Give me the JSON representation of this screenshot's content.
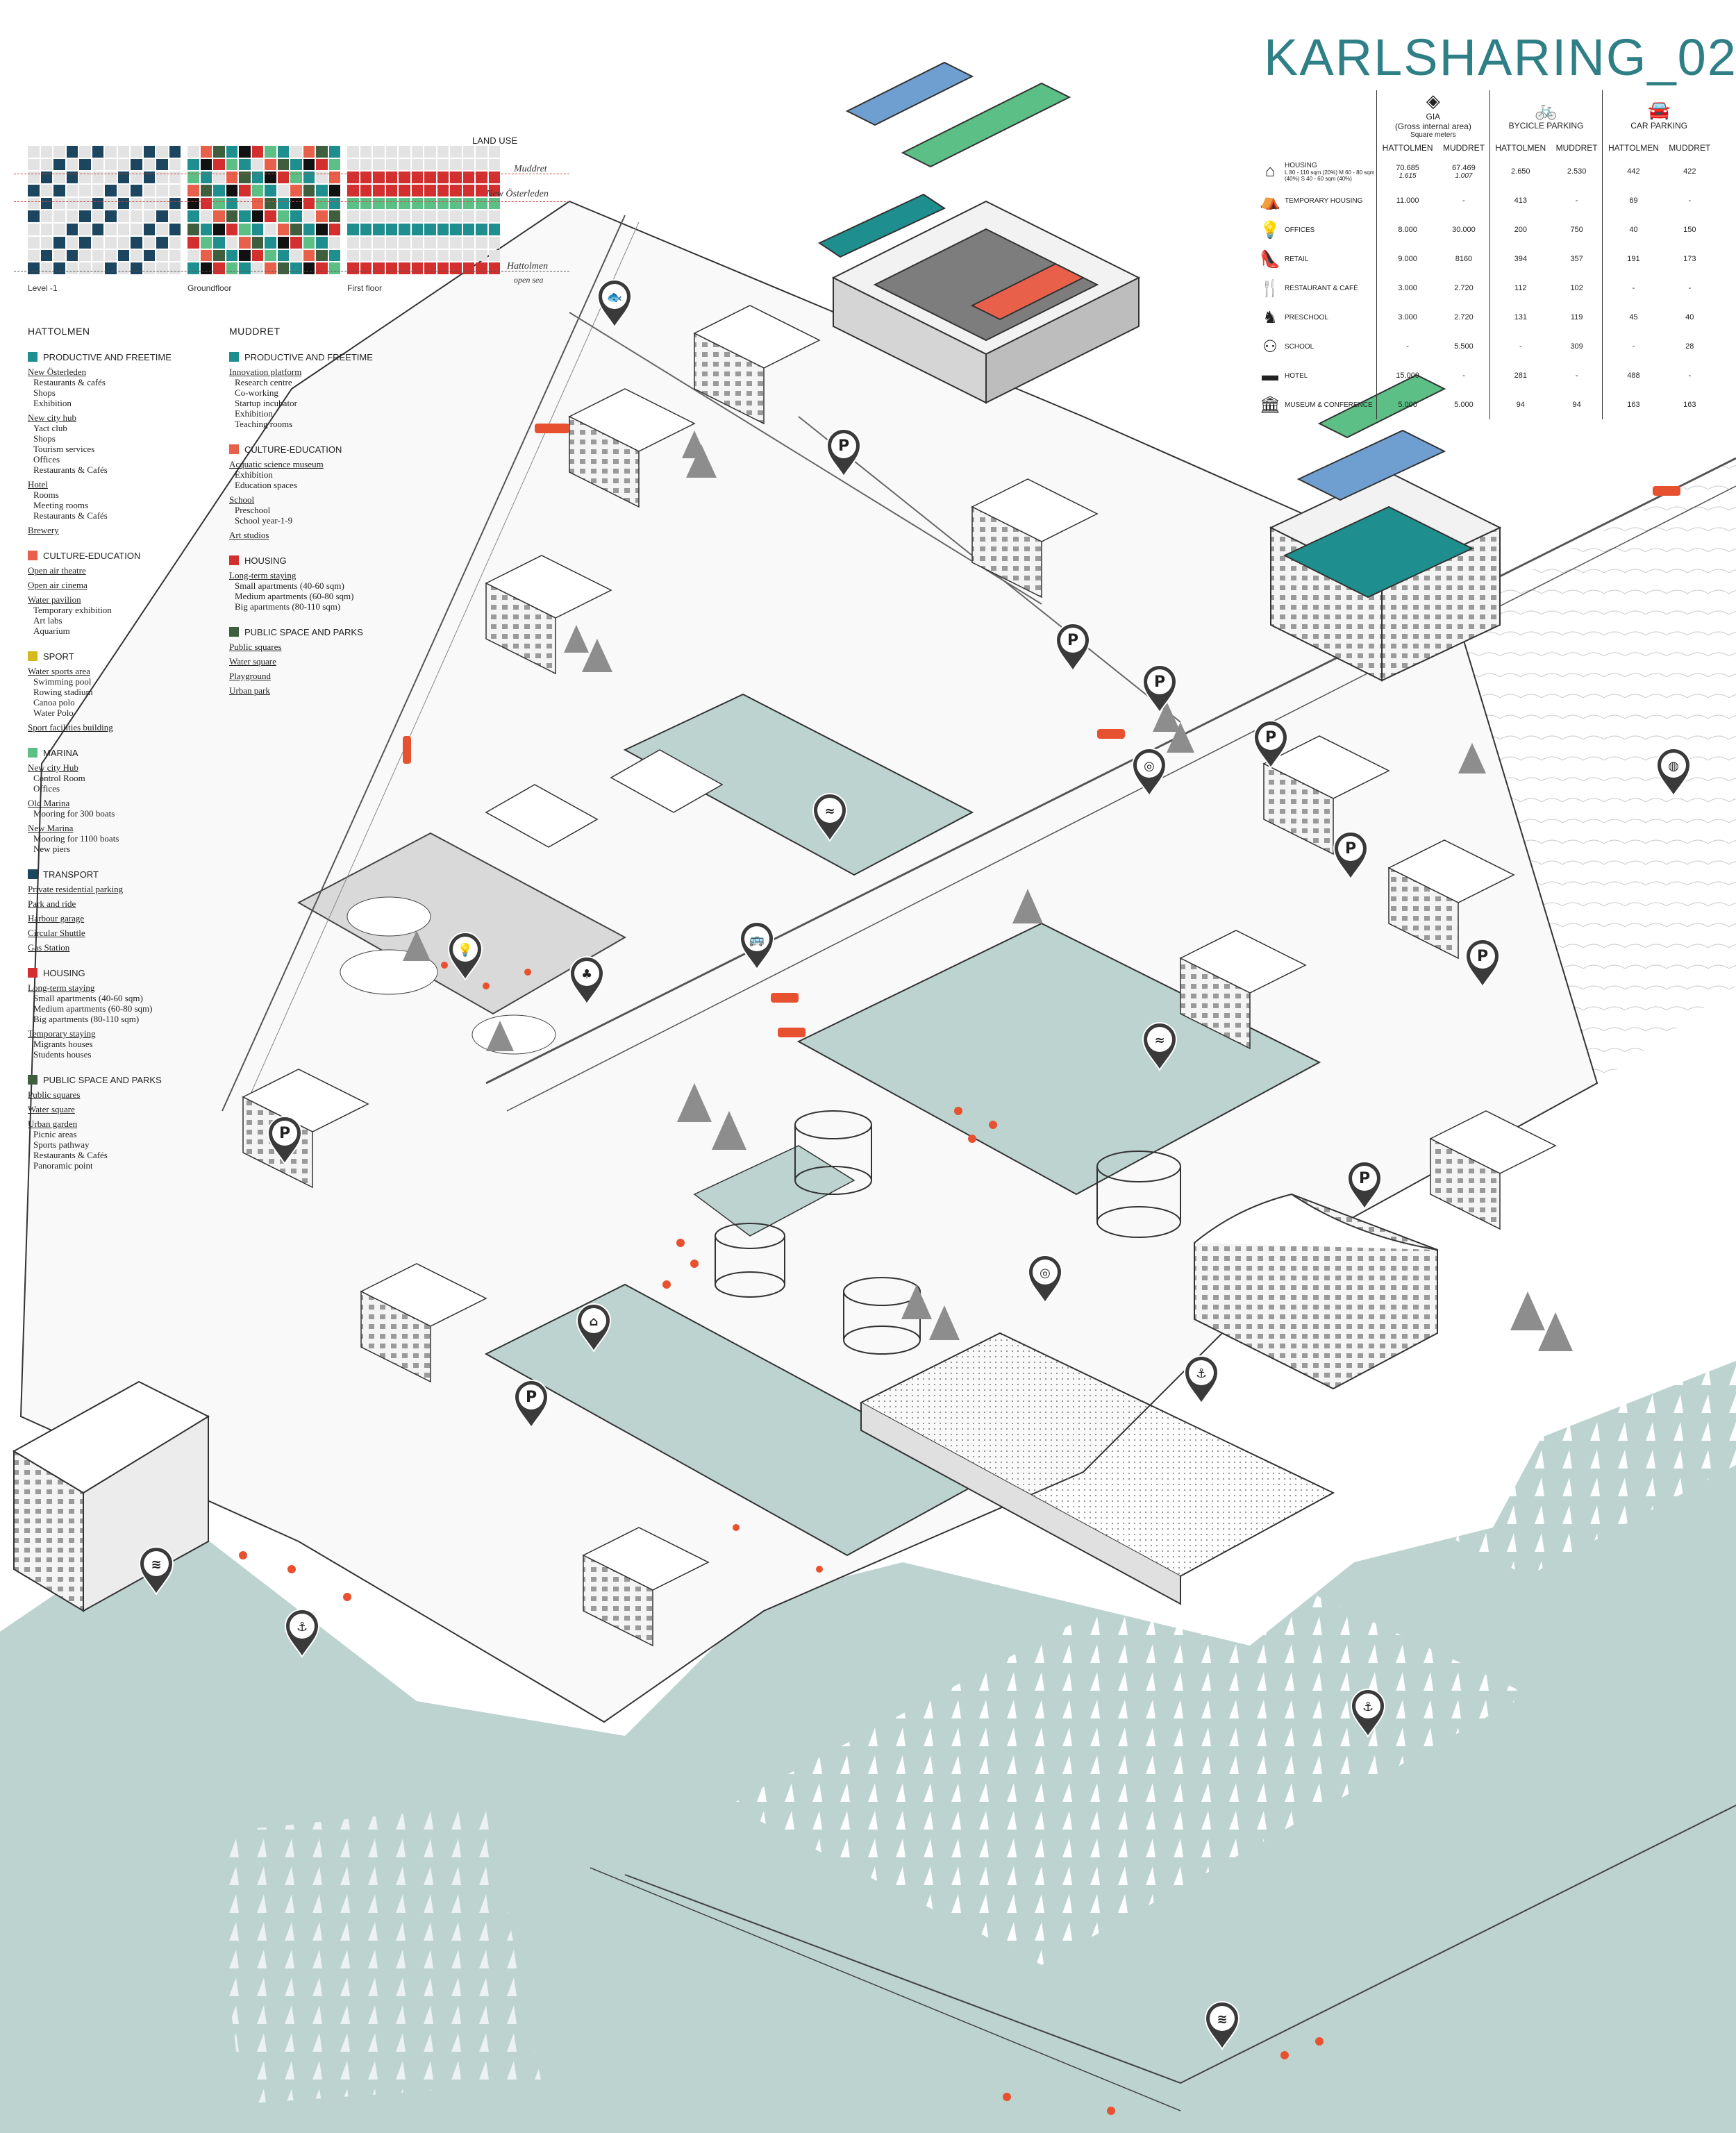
{
  "title": "KARLSHARING_02",
  "land_use": {
    "title": "LAND USE",
    "grids": [
      {
        "label": "Level -1"
      },
      {
        "label": "Groundfloor"
      },
      {
        "label": "First floor"
      }
    ],
    "levels": [
      {
        "label": "Muddret"
      },
      {
        "label": "New Österleden"
      },
      {
        "label": "Hattolmen"
      },
      {
        "label": "open sea"
      }
    ]
  },
  "legend_hattolmen": {
    "district": "HATTOLMEN",
    "categories": [
      {
        "name": "PRODUCTIVE AND FREETIME",
        "color": "#1f8e8e",
        "groups": [
          {
            "head": "New Österleden",
            "items": [
              "Restaurants & cafés",
              "Shops",
              "Exhibition"
            ]
          },
          {
            "head": "New city hub",
            "items": [
              "Yact club",
              "Shops",
              "Tourism  services",
              "Offices",
              "Restaurants & Cafés"
            ]
          },
          {
            "head": "Hotel",
            "items": [
              "Rooms",
              "Meeting rooms",
              "Restaurants & Cafés"
            ]
          },
          {
            "head": "Brewery",
            "items": []
          }
        ]
      },
      {
        "name": "CULTURE-EDUCATION",
        "color": "#e8604a",
        "groups": [
          {
            "head": "Open air theatre",
            "items": []
          },
          {
            "head": "Open air cinema",
            "items": []
          },
          {
            "head": "Water pavilion",
            "items": [
              "Temporary exhibition",
              "Art labs",
              "Aquarium"
            ]
          }
        ]
      },
      {
        "name": "SPORT",
        "color": "#d4b81e",
        "groups": [
          {
            "head": "Water sports area",
            "items": [
              "Swimming pool",
              "Rowing stadium",
              "Canoa polo",
              "Water Polo"
            ]
          },
          {
            "head": "Sport facilities building",
            "items": []
          }
        ]
      },
      {
        "name": "MARINA",
        "color": "#5cbf85",
        "groups": [
          {
            "head": "New city Hub",
            "items": [
              "Control Room",
              "Offices"
            ]
          },
          {
            "head": "Old Marina",
            "items": [
              "Mooring for 300 boats"
            ]
          },
          {
            "head": "New Marina",
            "items": [
              "Mooring for 1100 boats",
              "New piers"
            ]
          }
        ]
      },
      {
        "name": "TRANSPORT",
        "color": "#1c4560",
        "groups": [
          {
            "head": "Private residential parking",
            "items": []
          },
          {
            "head": "Park and ride",
            "items": []
          },
          {
            "head": "Harbour  garage",
            "items": []
          },
          {
            "head": "Circular Shuttle",
            "items": []
          },
          {
            "head": "Gas Station",
            "items": []
          }
        ]
      },
      {
        "name": "HOUSING",
        "color": "#d32f2f",
        "groups": [
          {
            "head": "Long-term staying",
            "items": [
              "Small apartments (40-60 sqm)",
              "Medium apartments (60-80 sqm)",
              "Big apartments (80-110 sqm)"
            ]
          },
          {
            "head": "Temporary staying",
            "items": [
              "Migrants houses",
              "Students houses"
            ]
          }
        ]
      },
      {
        "name": "PUBLIC SPACE AND PARKS",
        "color": "#3e5e3e",
        "groups": [
          {
            "head": "Public squares",
            "items": []
          },
          {
            "head": "Water square",
            "items": []
          },
          {
            "head": "Urban garden",
            "items": [
              "Picnic areas",
              "Sports pathway",
              "Restaurants & Cafés",
              "Panoramic point"
            ]
          }
        ]
      }
    ]
  },
  "legend_muddret": {
    "district": "MUDDRET",
    "categories": [
      {
        "name": "PRODUCTIVE AND FREETIME",
        "color": "#1f8e8e",
        "groups": [
          {
            "head": "Innovation platform",
            "items": [
              "Research centre",
              "Co-working",
              "Startup incubator",
              "Exhibition",
              "Teaching rooms"
            ]
          }
        ]
      },
      {
        "name": "CULTURE-EDUCATION",
        "color": "#e8604a",
        "groups": [
          {
            "head": "Acquatic science museum",
            "items": [
              "Exhibition",
              "Education spaces"
            ]
          },
          {
            "head": "School",
            "items": [
              "Preschool",
              "School year-1-9"
            ]
          },
          {
            "head": "Art studios",
            "items": []
          }
        ]
      },
      {
        "name": "HOUSING",
        "color": "#d32f2f",
        "groups": [
          {
            "head": "Long-term staying",
            "items": [
              "Small apartments (40-60 sqm)",
              "Medium apartments (60-80 sqm)",
              "Big apartments (80-110 sqm)"
            ]
          }
        ]
      },
      {
        "name": "PUBLIC SPACE AND PARKS",
        "color": "#3e5e3e",
        "groups": [
          {
            "head": "Public squares",
            "items": []
          },
          {
            "head": "Water square",
            "items": []
          },
          {
            "head": "Playground",
            "items": []
          },
          {
            "head": "Urban park",
            "items": []
          }
        ]
      }
    ]
  },
  "table": {
    "groups": [
      {
        "name": "GIA",
        "sub": "(Gross internal area)",
        "unit": "Square meters",
        "icon": "layers-icon"
      },
      {
        "name": "BYCICLE PARKING",
        "icon": "bicycle-icon"
      },
      {
        "name": "CAR PARKING",
        "icon": "car-icon"
      }
    ],
    "columns": [
      "HATTOLMEN",
      "MUDDRET",
      "HATTOLMEN",
      "MUDDRET",
      "HATTOLMEN",
      "MUDDRET"
    ],
    "rows": [
      {
        "icon": "house-icon",
        "label": "HOUSING",
        "note": "L  80 - 110 sqm (20%)  M 60 - 80 sqm (40%)  S  40 - 60 sqm (40%)",
        "values": [
          "70.685",
          "67.469",
          "2.650",
          "2.530",
          "442",
          "422"
        ],
        "extra": [
          "1.615",
          "1.007"
        ]
      },
      {
        "icon": "tent-icon",
        "label": "TEMPORARY HOUSING",
        "values": [
          "11.000",
          "-",
          "413",
          "-",
          "69",
          "-"
        ]
      },
      {
        "icon": "lightbulb-icon",
        "label": "OFFICES",
        "values": [
          "8.000",
          "30.000",
          "200",
          "750",
          "40",
          "150"
        ]
      },
      {
        "icon": "high-heel-icon",
        "label": "RETAIL",
        "values": [
          "9.000",
          "8160",
          "394",
          "357",
          "191",
          "173"
        ]
      },
      {
        "icon": "cutlery-icon",
        "label": "RESTAURANT & CAFÈ",
        "values": [
          "3.000",
          "2.720",
          "112",
          "102",
          "-",
          "-"
        ]
      },
      {
        "icon": "rocking-horse-icon",
        "label": "PRESCHOOL",
        "values": [
          "3.000",
          "2.720",
          "131",
          "119",
          "45",
          "40"
        ]
      },
      {
        "icon": "school-icon",
        "label": "SCHOOL",
        "values": [
          "-",
          "5.500",
          "-",
          "309",
          "-",
          "28"
        ]
      },
      {
        "icon": "hotel-icon",
        "label": "HOTEL",
        "values": [
          "15.000",
          "-",
          "281",
          "-",
          "488",
          "-"
        ]
      },
      {
        "icon": "museum-icon",
        "label": "MUSEUM & CONFERENCE",
        "values": [
          "5.000",
          "5.000",
          "94",
          "94",
          "163",
          "163"
        ]
      }
    ]
  },
  "map": {
    "colors": {
      "water": "#bcd3cf",
      "building": "#f7f7f7",
      "tree": "#8d8d8d",
      "accent": "#e8512f",
      "pin": "#3a3a3a"
    },
    "pins": [
      {
        "name": "aquatic-science-museum-pin",
        "icon": "fish-icon",
        "label": "ACQUATIC SCIENCE MUSEUM"
      },
      {
        "name": "parking-pin-1",
        "icon": "parking-icon",
        "label": "P"
      },
      {
        "name": "parking-pin-2",
        "icon": "parking-icon",
        "label": "P"
      },
      {
        "name": "park-and-ride-pin-1",
        "icon": "parking-icon",
        "label": "P"
      },
      {
        "name": "park-and-ride-pin-2",
        "icon": "parking-icon",
        "label": "P"
      },
      {
        "name": "parking-pin-3",
        "icon": "parking-icon",
        "label": "P"
      },
      {
        "name": "parking-pin-4",
        "icon": "parking-icon",
        "label": "P"
      },
      {
        "name": "parking-pin-5",
        "icon": "parking-icon",
        "label": "P"
      },
      {
        "name": "common-parking-garage-pin",
        "icon": "parking-icon",
        "label": "P"
      },
      {
        "name": "harbour-garage-pin",
        "icon": "parking-icon",
        "label": "P"
      },
      {
        "name": "new-osterleden-pin",
        "icon": "target-icon",
        "label": "NEW ÖSTERLEDEN"
      },
      {
        "name": "new-city-hub-pin",
        "icon": "target-icon",
        "label": "NEW CITY HUB"
      },
      {
        "name": "water-square-pin-1",
        "icon": "waves-icon",
        "label": "WATER SQUARE"
      },
      {
        "name": "water-square-pin-2",
        "icon": "waves-icon",
        "label": "WATER SQUARE"
      },
      {
        "name": "circular-shuttle-pin",
        "icon": "bus-icon",
        "label": "CIRCULAR SHUTTLE"
      },
      {
        "name": "innovation-platform-pin",
        "icon": "lightbulb-icon",
        "label": "INNOVATION PLATFORM"
      },
      {
        "name": "urban-park-pin",
        "icon": "tree-icon",
        "label": "URBAN PARK"
      },
      {
        "name": "beach-pin-1",
        "icon": "swimmer-icon",
        "label": "BEACH"
      },
      {
        "name": "beach-pin-2",
        "icon": "swimmer-icon",
        "label": "BEACH"
      },
      {
        "name": "old-marina-pin",
        "icon": "anchor-icon",
        "label": "OLD MARINA"
      },
      {
        "name": "new-marina-pin",
        "icon": "anchor-icon",
        "label": "NEW MARINA"
      },
      {
        "name": "control-room-pin",
        "icon": "anchor-icon",
        "label": "CONTROL ROOM"
      },
      {
        "name": "water-pavilion-pin",
        "icon": "pavilion-icon",
        "label": "WATER PAVILION"
      },
      {
        "name": "brewery-pin",
        "icon": "brewery-icon",
        "label": "BREWERY"
      }
    ]
  }
}
